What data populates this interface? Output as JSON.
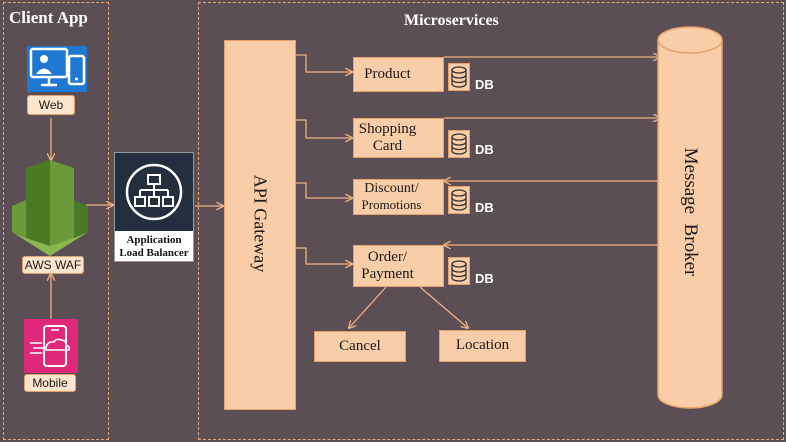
{
  "client_app": {
    "title": "Client App"
  },
  "microservices": {
    "title": "Microservices"
  },
  "icons": {
    "web": "Web",
    "waf": "AWS WAF",
    "mobile": "Mobile"
  },
  "alb": {
    "label_line1": "Application",
    "label_line2": "Load Balancer"
  },
  "api_gateway": {
    "label": "API Gateway"
  },
  "services": {
    "product": "Product",
    "shopping_line1": "Shopping",
    "shopping_line2": "Card",
    "discount_line1": "Discount/",
    "discount_line2": "Promotions",
    "order_line1": "Order/",
    "order_line2": "Payment"
  },
  "db_label": "DB",
  "sub_services": {
    "cancel": "Cancel",
    "location": "Location"
  },
  "message_broker": {
    "label": "Message  Broker"
  },
  "colors": {
    "background": "#5b4f55",
    "box_fill": "#f8cda8",
    "box_border": "#e8a06a",
    "arrow": "#f0b080",
    "waf_green": "#6a9a3a",
    "mobile_pink": "#e0287a",
    "alb_dark": "#232f3e"
  }
}
